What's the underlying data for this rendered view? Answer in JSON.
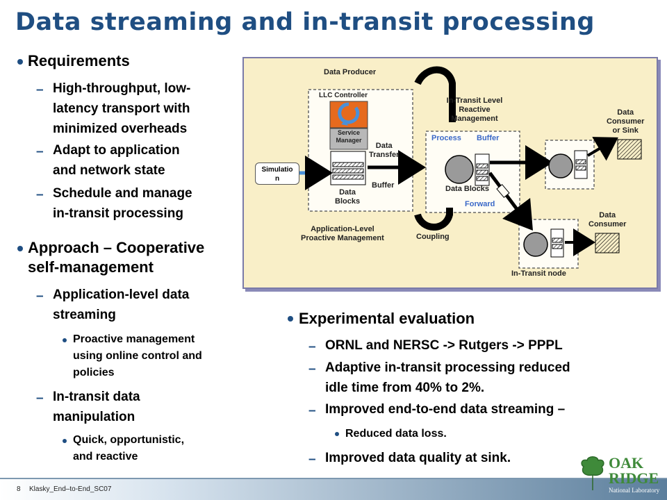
{
  "title": "Data streaming and in-transit processing",
  "left": {
    "requirements": {
      "heading": "Requirements",
      "items": [
        [
          "High-throughput, low-",
          "latency transport with",
          "minimized overheads"
        ],
        [
          "Adapt to application",
          "and network state"
        ],
        [
          "Schedule and manage",
          "in-transit processing"
        ]
      ]
    },
    "approach": {
      "heading_line1": "Approach – Cooperative",
      "heading_line2": "self-management",
      "item1": [
        "Application-level data",
        "streaming"
      ],
      "sub1": [
        "Proactive management",
        "using online control and",
        "policies"
      ],
      "item2": [
        "In-transit data",
        "manipulation"
      ],
      "sub2": [
        "Quick, opportunistic,",
        "and reactive"
      ]
    }
  },
  "diagram": {
    "data_producer": "Data Producer",
    "llc_controller": "LLC Controller",
    "service_manager": [
      "Service",
      "Manager"
    ],
    "data_transfer": [
      "Data",
      "Transfer"
    ],
    "buffer_left": "Buffer",
    "data_blocks_left": [
      "Data",
      "Blocks"
    ],
    "simulation": [
      "Simulatio",
      "n"
    ],
    "app_level": [
      "Application-Level",
      "Proactive Management"
    ],
    "coupling": "Coupling",
    "in_transit_level": [
      "In-Transit Level",
      "Reactive",
      "Management"
    ],
    "process": "Process",
    "buffer_right": "Buffer",
    "data_blocks_right": "Data Blocks",
    "forward": "Forward",
    "data_consumer_sink": [
      "Data",
      "Consumer",
      "or Sink"
    ],
    "data_consumer": [
      "Data",
      "Consumer"
    ],
    "in_transit_node": "In-Transit node"
  },
  "right": {
    "heading": "Experimental evaluation",
    "items": [
      [
        "ORNL and NERSC -> Rutgers -> PPPL"
      ],
      [
        "Adaptive in-transit processing reduced",
        "idle time from 40% to 2%."
      ],
      [
        "Improved end-to-end data streaming –"
      ]
    ],
    "sub": "Reduced data loss.",
    "last": "Improved data quality at sink."
  },
  "footer": {
    "page": "8",
    "text": "Klasky_End–to-End_SC07"
  },
  "logo": {
    "line1": "OAK",
    "line2": "RIDGE",
    "line3": "National Laboratory"
  },
  "colors": {
    "title": "#1f4e82",
    "diagram_bg": "#f9efc8",
    "logo_green": "#3f8a3a"
  }
}
